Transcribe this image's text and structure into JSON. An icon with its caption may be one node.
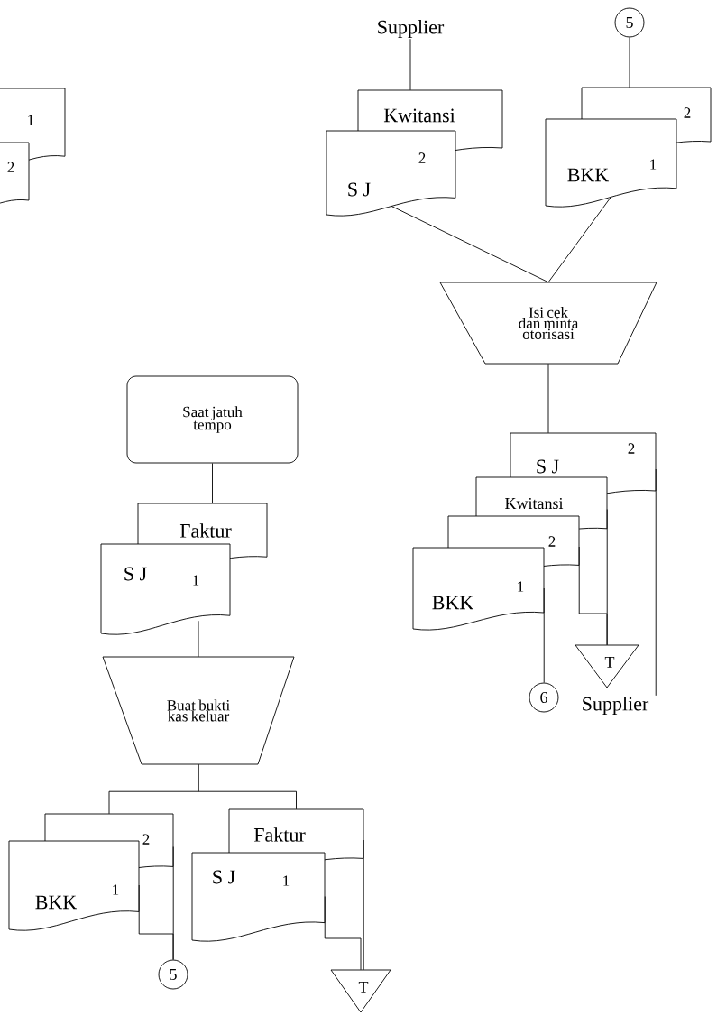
{
  "diagram": {
    "nodes": [
      {
        "text": [
          "1"
        ]
      },
      {
        "text": [
          "2"
        ]
      },
      {
        "text": [
          "Supplier"
        ]
      },
      {
        "text": [
          "Kwitansi"
        ]
      },
      {
        "text": [
          "S J",
          "2"
        ]
      },
      {
        "text": [
          "5"
        ]
      },
      {
        "text": [
          "2"
        ]
      },
      {
        "text": [
          "BKK",
          "1"
        ]
      },
      {
        "text": [
          "Isi cek dan minta otorisasi"
        ]
      },
      {
        "text": [
          "S J",
          "2"
        ]
      },
      {
        "text": [
          "Kwitansi"
        ]
      },
      {
        "text": [
          "2"
        ]
      },
      {
        "text": [
          "BKK",
          "1"
        ]
      },
      {
        "text": [
          "6"
        ]
      },
      {
        "text": [
          "T"
        ]
      },
      {
        "text": [
          "Supplier"
        ]
      },
      {
        "text": [
          "Saat jatuh tempo"
        ]
      },
      {
        "text": [
          "Faktur"
        ]
      },
      {
        "text": [
          "S J",
          "1"
        ]
      },
      {
        "text": [
          "Buat bukti kas keluar"
        ]
      },
      {
        "text": [
          "2"
        ]
      },
      {
        "text": [
          "BKK",
          "1"
        ]
      },
      {
        "text": [
          "Faktur"
        ]
      },
      {
        "text": [
          "S J",
          "1"
        ]
      },
      {
        "text": [
          "5"
        ]
      },
      {
        "text": [
          "T"
        ]
      }
    ],
    "edges": [
      {
        "from": 2,
        "to": 3,
        "arrow": "none"
      },
      {
        "from": 5,
        "to": 6,
        "arrow": "none"
      },
      {
        "from": 4,
        "to": 8,
        "arrow": "none"
      },
      {
        "from": 7,
        "to": 8,
        "arrow": "none"
      },
      {
        "from": 8,
        "to": 9,
        "arrow": "none"
      },
      {
        "from": 9,
        "to": 15,
        "arrow": "none"
      },
      {
        "from": 10,
        "to": 14,
        "arrow": "none"
      },
      {
        "from": 11,
        "to": 14,
        "arrow": "none"
      },
      {
        "from": 12,
        "to": 13,
        "arrow": "none"
      },
      {
        "from": 16,
        "to": 17,
        "arrow": "none"
      },
      {
        "from": 18,
        "to": 19,
        "arrow": "none"
      },
      {
        "from": 19,
        "to": 20,
        "arrow": "none"
      },
      {
        "from": 19,
        "to": 22,
        "arrow": "none"
      },
      {
        "from": 20,
        "to": 24,
        "arrow": "none"
      },
      {
        "from": 21,
        "to": 24,
        "arrow": "none"
      },
      {
        "from": 22,
        "to": 25,
        "arrow": "none"
      },
      {
        "from": 23,
        "to": 25,
        "arrow": "none"
      }
    ]
  }
}
